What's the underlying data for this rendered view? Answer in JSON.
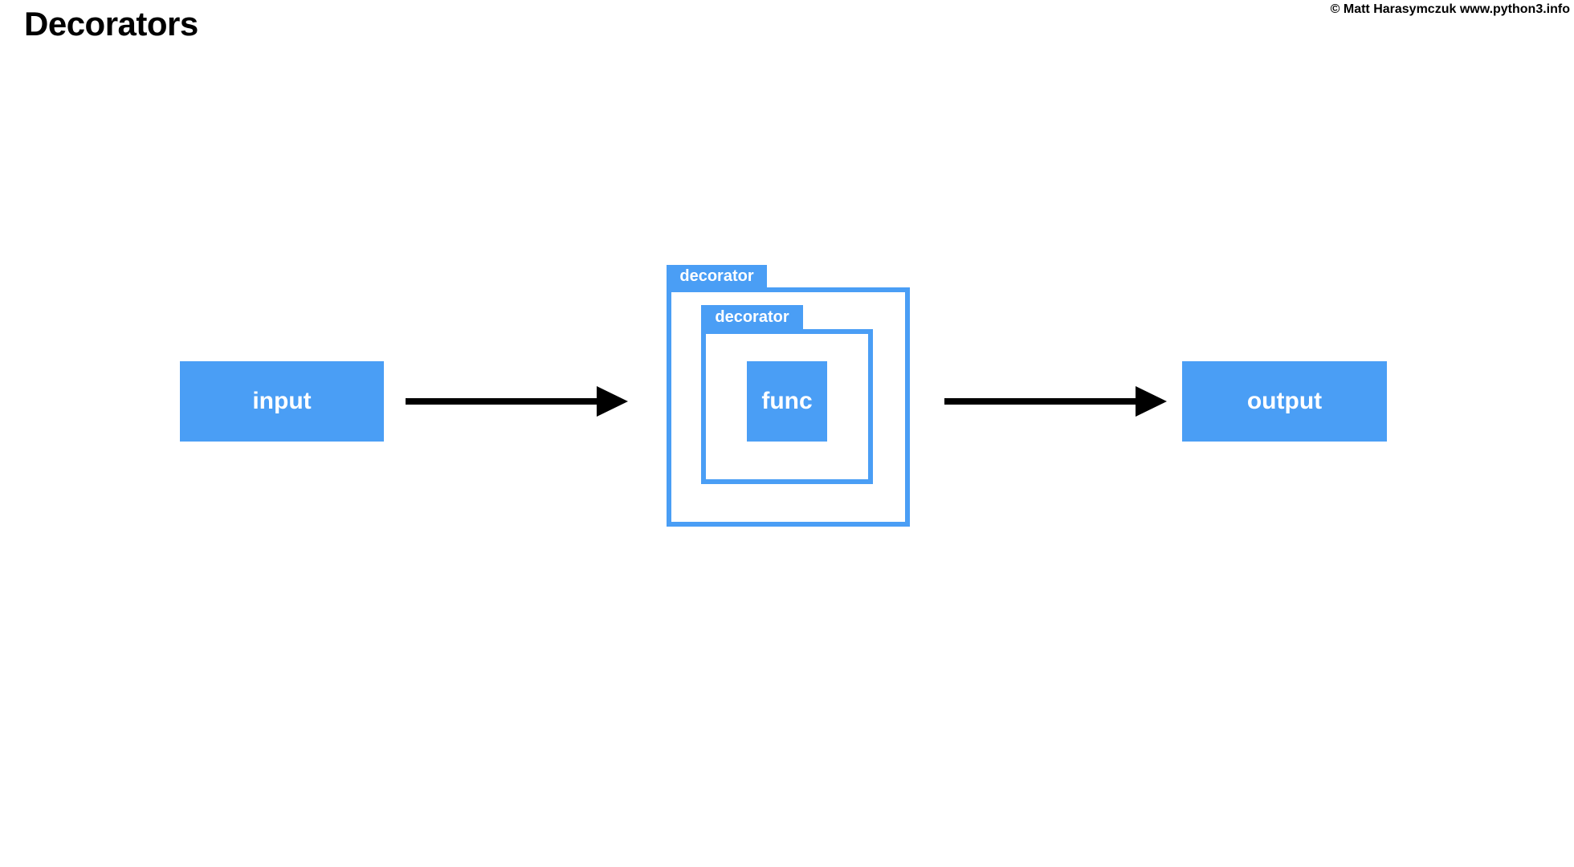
{
  "page": {
    "title": "Decorators",
    "copyright": "© Matt Harasymczuk www.python3.info"
  },
  "colors": {
    "accent": "#4A9EF5",
    "arrow": "#000000",
    "background": "#FFFFFF",
    "label_text": "#FFFFFF",
    "title_text": "#000000"
  },
  "diagram": {
    "input": {
      "label": "input"
    },
    "flow_arrow_left": {
      "icon": "arrow-right-icon"
    },
    "outer_decorator": {
      "label": "decorator"
    },
    "inner_decorator": {
      "label": "decorator"
    },
    "func": {
      "label": "func"
    },
    "flow_arrow_right": {
      "icon": "arrow-right-icon"
    },
    "output": {
      "label": "output"
    }
  }
}
